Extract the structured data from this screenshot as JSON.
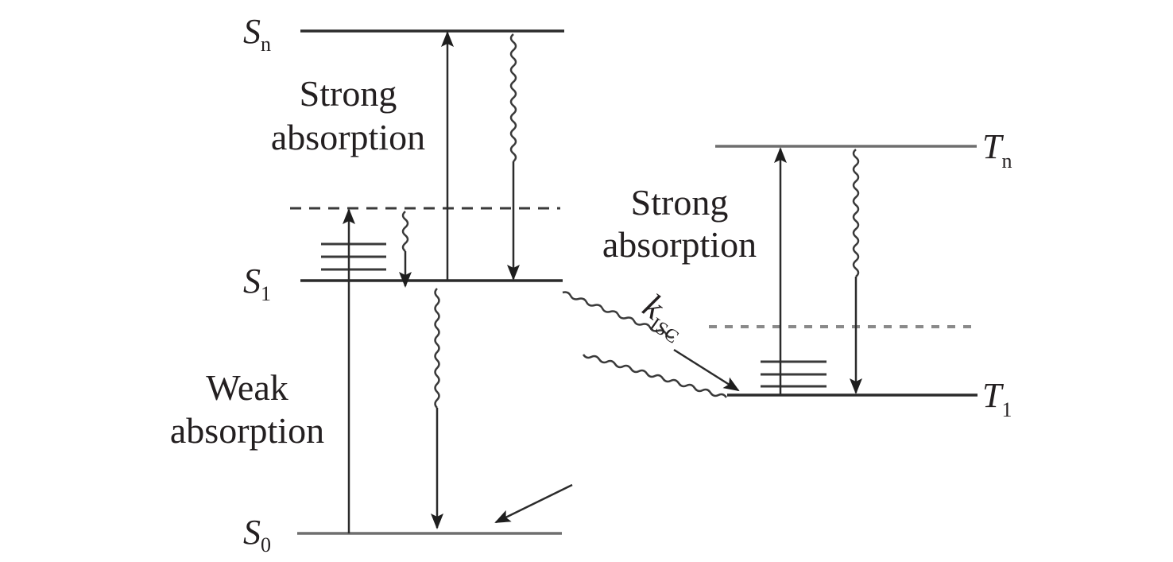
{
  "diagram": {
    "type": "Jablonski energy-level diagram (reverse saturable absorption)",
    "states": {
      "S0": {
        "symbol": "S",
        "subscript": "0"
      },
      "S1": {
        "symbol": "S",
        "subscript": "1"
      },
      "Sn": {
        "symbol": "S",
        "subscript": "n"
      },
      "T1": {
        "symbol": "T",
        "subscript": "1"
      },
      "Tn": {
        "symbol": "T",
        "subscript": "n"
      }
    },
    "labels": {
      "singlet_strong_line1": "Strong",
      "singlet_strong_line2": "absorption",
      "triplet_strong_line1": "Strong",
      "triplet_strong_line2": "absorption",
      "weak_line1": "Weak",
      "weak_line2": "absorption",
      "isc_symbol": "k",
      "isc_subscript": "ISC"
    },
    "transitions": [
      {
        "from": "S0",
        "to": "S1 (vibrational)",
        "kind": "absorption",
        "label": "Weak absorption"
      },
      {
        "from": "S1 (vibrational)",
        "to": "S1",
        "kind": "nonradiative relaxation"
      },
      {
        "from": "S1",
        "to": "Sn",
        "kind": "absorption",
        "label": "Strong absorption"
      },
      {
        "from": "Sn",
        "to": "S1",
        "kind": "nonradiative relaxation"
      },
      {
        "from": "S1",
        "to": "S0",
        "kind": "decay"
      },
      {
        "from": "S1",
        "to": "T1",
        "kind": "intersystem crossing",
        "label": "kISC"
      },
      {
        "from": "T1",
        "to": "Tn",
        "kind": "absorption",
        "label": "Strong absorption"
      },
      {
        "from": "Tn",
        "to": "T1",
        "kind": "nonradiative relaxation"
      },
      {
        "from": "T1",
        "to": "S0",
        "kind": "nonradiative decay"
      }
    ]
  }
}
